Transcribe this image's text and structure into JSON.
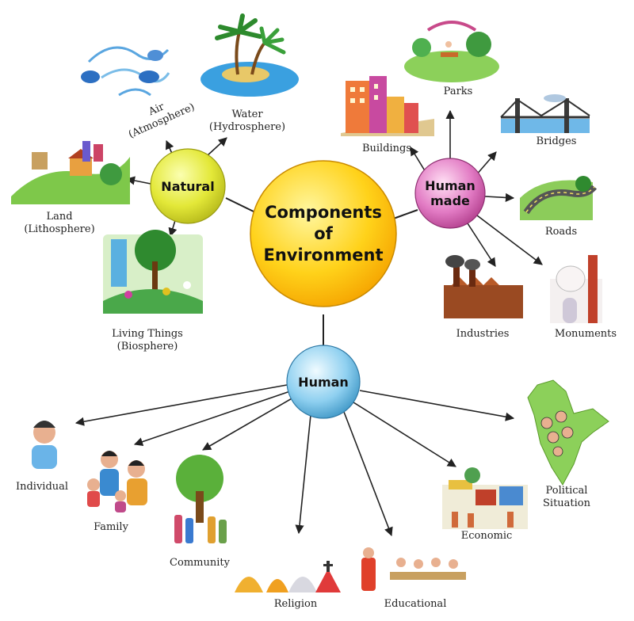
{
  "center": {
    "line1": "Components",
    "line2": "of",
    "line3": "Environment"
  },
  "hubs": {
    "natural": "Natural",
    "human_made_line1": "Human",
    "human_made_line2": "made",
    "human": "Human"
  },
  "natural_items": {
    "air_line1": "Air",
    "air_line2": "(Atmosphere)",
    "water_line1": "Water",
    "water_line2": "(Hydrosphere)",
    "land_line1": "Land",
    "land_line2": "(Lithosphere)",
    "living_line1": "Living Things",
    "living_line2": "(Biosphere)"
  },
  "human_made_items": {
    "parks": "Parks",
    "buildings": "Buildings",
    "bridges": "Bridges",
    "roads": "Roads",
    "industries": "Industries",
    "monuments": "Monuments"
  },
  "human_items": {
    "individual": "Individual",
    "family": "Family",
    "community": "Community",
    "religion": "Religion",
    "educational": "Educational",
    "economic": "Economic",
    "political_line1": "Political",
    "political_line2": "Situation"
  },
  "colors": {
    "center": "#ffd21a",
    "natural": "#e6ea3a",
    "human_made": "#d85ab0",
    "human": "#7cc6ea"
  }
}
